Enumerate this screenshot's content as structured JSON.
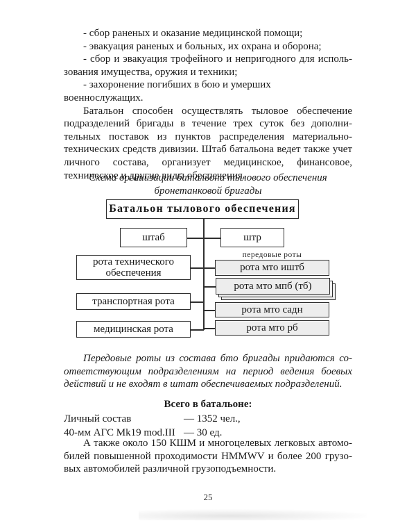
{
  "page": {
    "number": "25"
  },
  "colors": {
    "box_border": "#2f2f2f",
    "box_shade": "#ededed",
    "text": "#1b1b1b"
  },
  "body1": [
    "- сбор раненых и оказание медицинской помощи;",
    "- эвакуация раненых и больных, их охрана и оборона;",
    "- сбор и эвакуация трофейного и непригодного для исполь-",
    "зования имущества, оружия и техники;",
    "- захоронение погибших в бою и умерших военнослужащих.",
    "Батальон способен осуществлять тыловое обеспечение",
    "подразделений бригады в течение трех суток без дополни-",
    "тельных поставок из пунктов распределения материально-",
    "технических средств дивизии. Штаб батальона ведет также учет",
    "личного состава, организует медицинское, финансовое,",
    "техническое и другие виды обеспечения."
  ],
  "caption": [
    "Схема организации батальона тылового обеспечения",
    "бронетанковой бригады"
  ],
  "diagram": {
    "root": "Батальон тылового обеспечения",
    "left": [
      "штаб",
      "рота технического обеспечения",
      "транспортная рота",
      "медицинская рота"
    ],
    "right": [
      "штр",
      "рота мто иштб",
      "рота мто мпб (тб)",
      "рота мто садн",
      "рота мто рб"
    ],
    "right_group_label": "передовые роты"
  },
  "note": [
    "Передовые роты из состава бто бригады придаются со-",
    "ответствующим подразделениям на период ведения боевых",
    "действий и не входят в штат обеспечиваемых подразделений."
  ],
  "totals": {
    "heading": "Всего в батальоне:",
    "rows": [
      {
        "label": "Личный состав",
        "value": "— 1352 чел.,"
      },
      {
        "label": "40-мм АГС Mk19 mod.III",
        "value": "— 30 ед."
      }
    ]
  },
  "outro": [
    "А также около 150 КШМ и многоцелевых легковых автомо-",
    "билей повышенной проходимости HMMWV и более 200 грузо-",
    "вых автомобилей различной грузоподъемности."
  ]
}
